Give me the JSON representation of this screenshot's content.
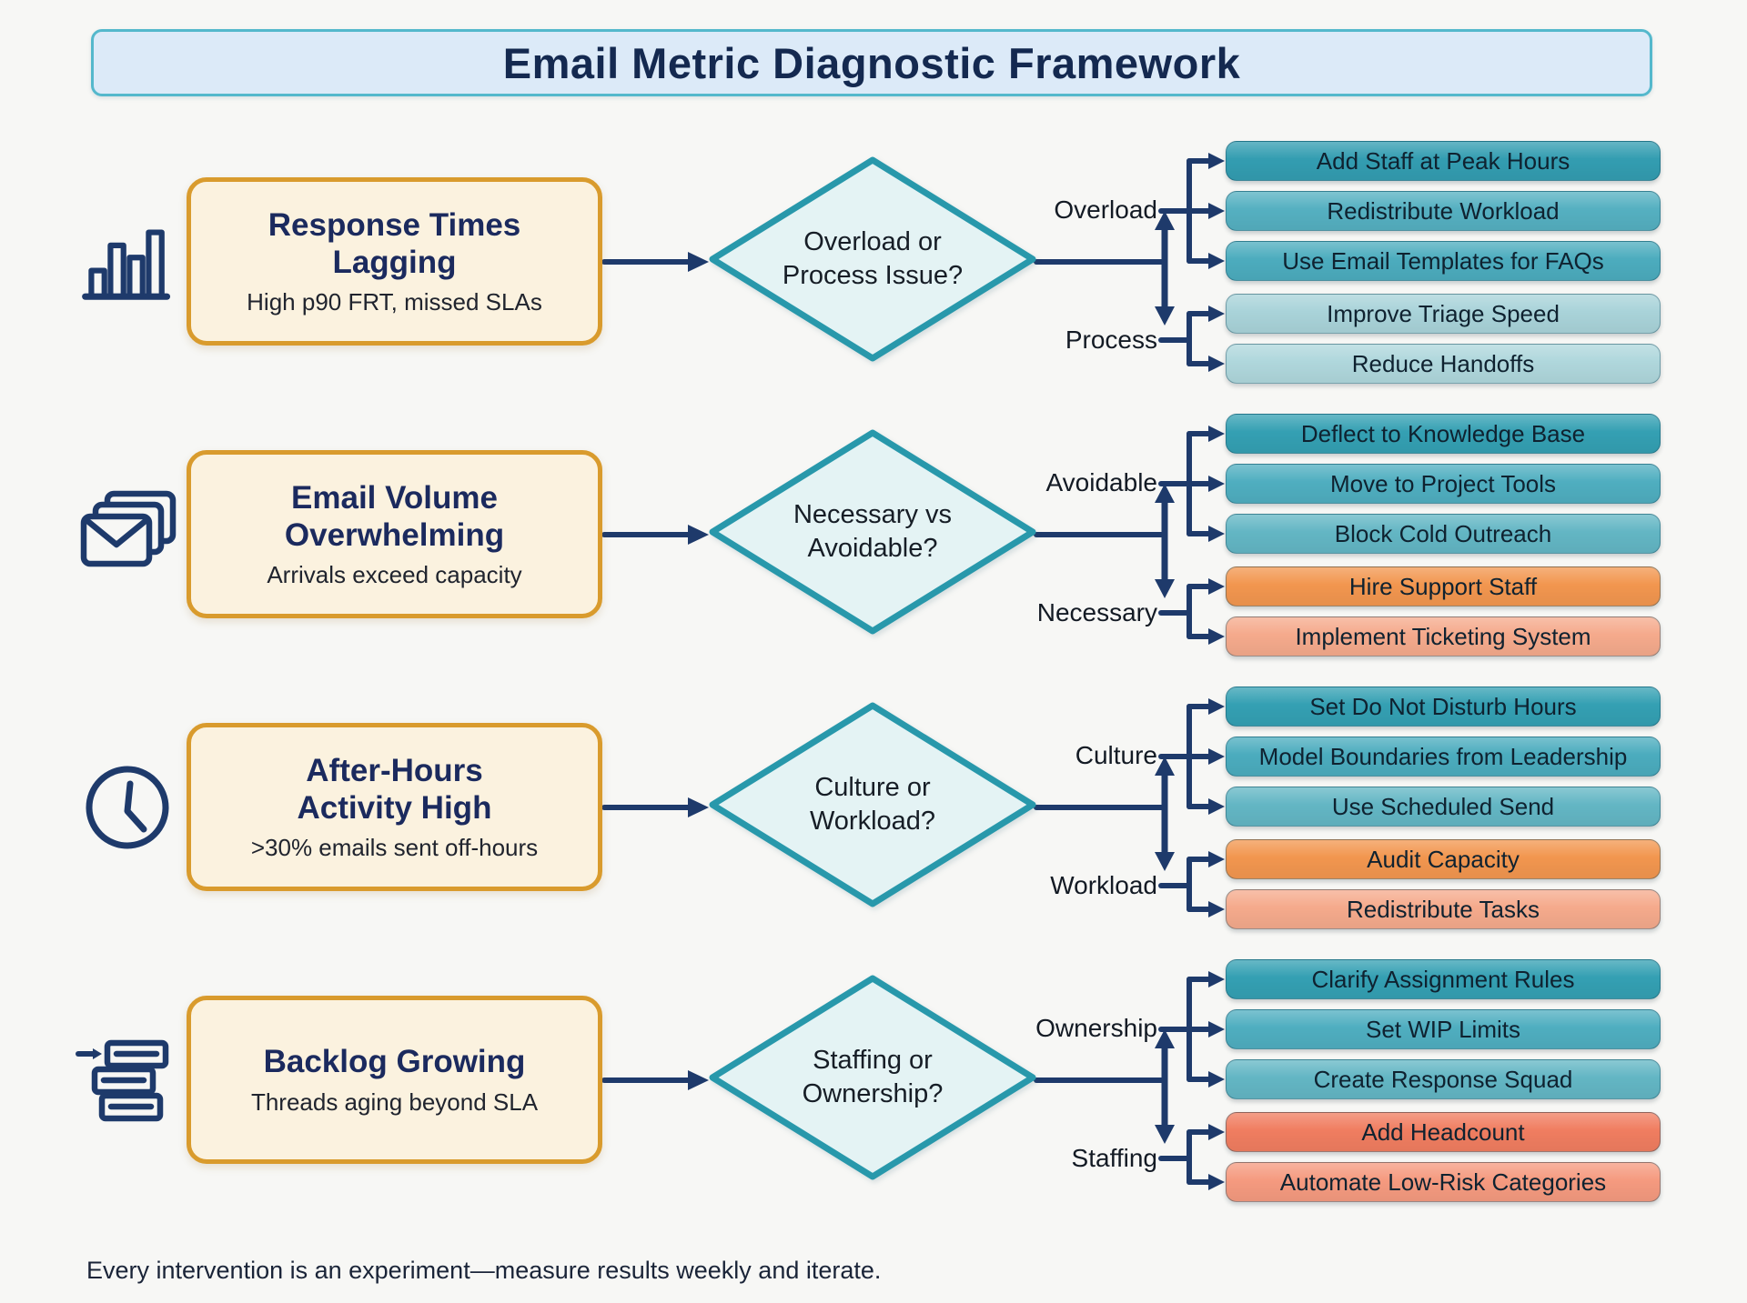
{
  "title": "Email Metric Diagnostic Framework",
  "footer": "Every intervention is an experiment—measure results weekly and iterate.",
  "palette": {
    "bg": "#F7F7F5",
    "navy": "#1E3A6B",
    "banner_fill": "#DCEAF8",
    "banner_border": "#54B8CC",
    "problem_fill": "#FBF2DF",
    "problem_border": "#D99B2D",
    "diamond_fill": "#E4F3F4",
    "diamond_border": "#2898AB"
  },
  "rows": [
    {
      "icon": "bar-chart-icon",
      "problem": {
        "title": "Response Times\nLagging",
        "subtitle": "High p90 FRT, missed SLAs"
      },
      "decision": {
        "text": "Overload or\nProcess Issue?"
      },
      "branches": [
        {
          "label": "Overload",
          "actions": [
            {
              "label": "Add Staff at Peak Hours",
              "color": "#339DB1"
            },
            {
              "label": "Redistribute Workload",
              "color": "#55B0C1"
            },
            {
              "label": "Use Email Templates for FAQs",
              "color": "#4CACBE"
            }
          ]
        },
        {
          "label": "Process",
          "actions": [
            {
              "label": "Improve Triage Speed",
              "color": "#A9D3D9"
            },
            {
              "label": "Reduce Handoffs",
              "color": "#AFD7DC"
            }
          ]
        }
      ]
    },
    {
      "icon": "envelopes-icon",
      "problem": {
        "title": "Email Volume\nOverwhelming",
        "subtitle": "Arrivals exceed capacity"
      },
      "decision": {
        "text": "Necessary vs\nAvoidable?"
      },
      "branches": [
        {
          "label": "Avoidable",
          "actions": [
            {
              "label": "Deflect to Knowledge Base",
              "color": "#34A0B3"
            },
            {
              "label": "Move to Project Tools",
              "color": "#4FAEC0"
            },
            {
              "label": "Block Cold Outreach",
              "color": "#63B6C4"
            }
          ]
        },
        {
          "label": "Necessary",
          "actions": [
            {
              "label": "Hire Support Staff",
              "color": "#F2964F"
            },
            {
              "label": "Implement Ticketing System",
              "color": "#F5AA8C"
            }
          ]
        }
      ]
    },
    {
      "icon": "clock-icon",
      "problem": {
        "title": "After-Hours\nActivity High",
        "subtitle": ">30% emails sent off-hours"
      },
      "decision": {
        "text": "Culture or\nWorkload?"
      },
      "branches": [
        {
          "label": "Culture",
          "actions": [
            {
              "label": "Set Do Not Disturb Hours",
              "color": "#34A0B3"
            },
            {
              "label": "Model Boundaries from Leadership",
              "color": "#4BACBE"
            },
            {
              "label": "Use Scheduled Send",
              "color": "#63B6C4"
            }
          ]
        },
        {
          "label": "Workload",
          "actions": [
            {
              "label": "Audit Capacity",
              "color": "#F2964F"
            },
            {
              "label": "Redistribute Tasks",
              "color": "#F5AA8C"
            }
          ]
        }
      ]
    },
    {
      "icon": "backlog-icon",
      "problem": {
        "title": "Backlog Growing",
        "subtitle": "Threads aging beyond SLA"
      },
      "decision": {
        "text": "Staffing or\nOwnership?"
      },
      "branches": [
        {
          "label": "Ownership",
          "actions": [
            {
              "label": "Clarify Assignment Rules",
              "color": "#34A0B3"
            },
            {
              "label": "Set WIP Limits",
              "color": "#4FAEC0"
            },
            {
              "label": "Create Response Squad",
              "color": "#63B6C4"
            }
          ]
        },
        {
          "label": "Staffing",
          "actions": [
            {
              "label": "Add Headcount",
              "color": "#F07D60"
            },
            {
              "label": "Automate Low-Risk Categories",
              "color": "#F59A7F"
            }
          ]
        }
      ]
    }
  ]
}
